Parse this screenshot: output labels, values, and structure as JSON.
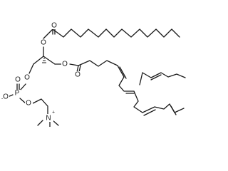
{
  "molecule": {
    "atoms": {
      "carbonyl_oxygen_top": "O",
      "ester_oxygen_top": "O",
      "ester_oxygen_right": "O",
      "carbonyl_oxygen_right": "O",
      "phosphate_ester_oxygen_glycerol": "O",
      "phosphorus": "P",
      "phosphoryl_oxygen": "O",
      "phosphate_anionic_oxygen": "O",
      "phosphate_anion_charge": "-",
      "phosphate_ester_oxygen_choline": "O",
      "ammonium_nitrogen": "N",
      "ammonium_charge": "+"
    }
  }
}
